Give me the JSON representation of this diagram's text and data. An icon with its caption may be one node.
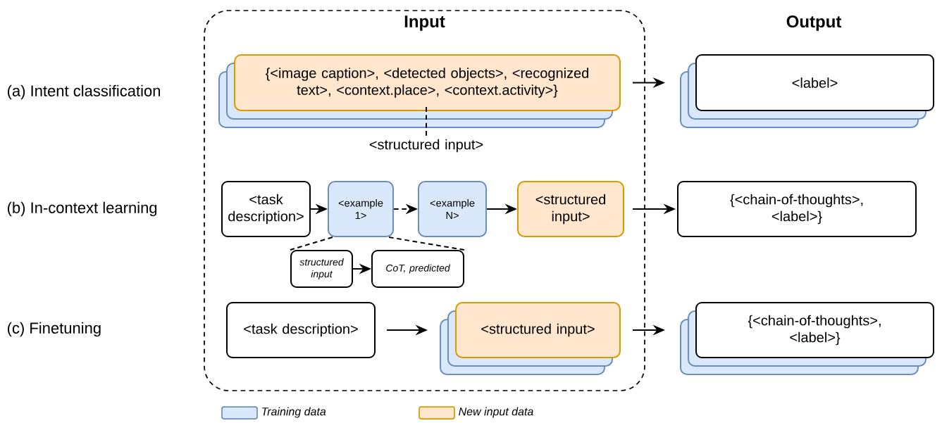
{
  "diagram": {
    "nodes": [
      {
        "text": [
          "Input"
        ]
      },
      {
        "text": [
          "{<image caption>, <detected objects>, <recognized text>, <context.place>, <context.activity>}"
        ],
        "in": 0
      },
      {
        "text": [
          "<structured input>"
        ],
        "in": 0
      },
      {
        "text": [
          "<task description>"
        ],
        "in": 0
      },
      {
        "text": [
          "<example 1>"
        ],
        "in": 0
      },
      {
        "text": [
          "<example N>"
        ],
        "in": 0
      },
      {
        "text": [
          "<structured input>"
        ],
        "in": 0
      },
      {
        "text": [
          "structured input"
        ],
        "in": 0
      },
      {
        "text": [
          "CoT, predicted"
        ],
        "in": 0
      },
      {
        "text": [
          "<task description>"
        ],
        "in": 0
      },
      {
        "text": [
          "<structured input>"
        ],
        "in": 0
      },
      {
        "text": [
          "<label>"
        ]
      },
      {
        "text": [
          "{<chain-of-thoughts>, <label>}"
        ]
      },
      {
        "text": [
          "{<chain-of-thoughts>, <label>}"
        ]
      }
    ],
    "edges": [
      {
        "from": 2,
        "to": 1,
        "arrow": "none",
        "style": "dashed"
      },
      {
        "from": 3,
        "to": 4,
        "arrow": "to"
      },
      {
        "from": 4,
        "to": 5,
        "arrow": "to",
        "style": "dashed"
      },
      {
        "from": 5,
        "to": 6,
        "arrow": "to"
      },
      {
        "from": 4,
        "to": 7,
        "arrow": "none",
        "style": "dashed"
      },
      {
        "from": 4,
        "to": 8,
        "arrow": "none",
        "style": "dashed"
      },
      {
        "from": 7,
        "to": 8,
        "arrow": "to"
      },
      {
        "from": 9,
        "to": 10,
        "arrow": "to"
      },
      {
        "from": 1,
        "to": 11,
        "arrow": "to"
      },
      {
        "from": 6,
        "to": 12,
        "arrow": "to"
      },
      {
        "from": 10,
        "to": 13,
        "arrow": "to"
      }
    ],
    "labels": [
      "Output",
      "(a) Intent classification",
      "(b) In-context learning",
      "(c) Finetuning"
    ],
    "legend": [
      {
        "text": "Training data",
        "color": "#dae8fc"
      },
      {
        "text": "New input data",
        "color": "#ffe6cc"
      }
    ]
  }
}
